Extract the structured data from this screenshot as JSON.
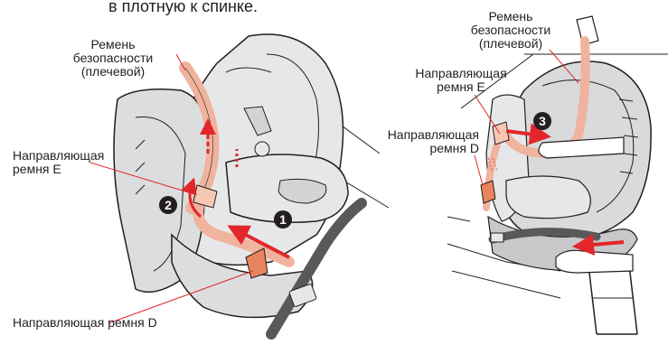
{
  "caption_top": "в плотную к спинке.",
  "left": {
    "shoulder_belt_label": [
      "Ремень",
      "безопасности",
      "(плечевой)"
    ],
    "guide_e_label": [
      "Направляющая",
      "ремня E"
    ],
    "guide_d_label": "Направляющая ремня D",
    "step_1": "1",
    "step_2": "2"
  },
  "right": {
    "shoulder_belt_label": [
      "Ремень",
      "безопасности",
      "(плечевой)"
    ],
    "guide_e_label": [
      "Направляющая",
      "ремня E"
    ],
    "guide_d_label": [
      "Направляющая",
      "ремня D"
    ],
    "step_3": "3"
  },
  "colors": {
    "belt": "#f0b39e",
    "arrow": "#e2262a",
    "leader": "#e2262a",
    "outline": "#231f20",
    "seat_fill": "#e6e7e8",
    "shadow": "#c7c8ca"
  }
}
